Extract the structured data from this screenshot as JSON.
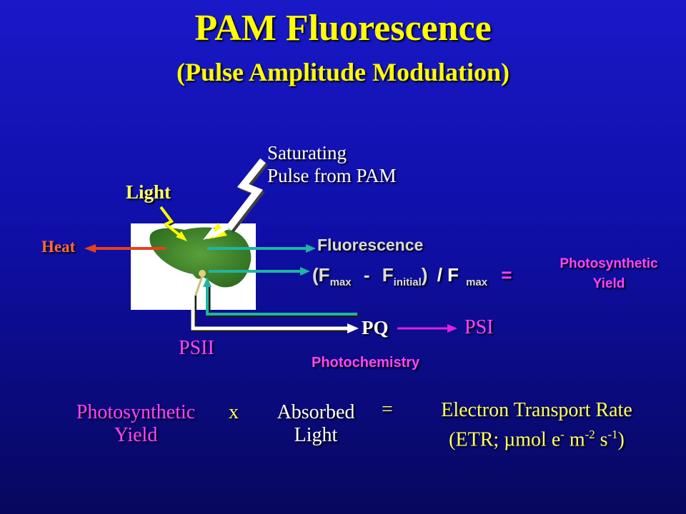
{
  "title": {
    "line1": "PAM Fluorescence",
    "line2": "(Pulse Amplitude Modulation)"
  },
  "saturating": {
    "line1": "Saturating",
    "line2": "Pulse from PAM"
  },
  "labels": {
    "light": "Light",
    "heat": "Heat",
    "fluorescence": "Fluorescence",
    "pq": "PQ",
    "psi": "PSI",
    "psii": "PSII",
    "photochemistry": "Photochemistry"
  },
  "formula": {
    "open_paren": "(",
    "f1": "F",
    "f1_sub": "max",
    "minus": "-",
    "f2": "F",
    "f2_sub": "initial",
    "close_paren": ")",
    "divide": "/",
    "f3": "F",
    "f3_sub": "max",
    "equals": "="
  },
  "yield_label": {
    "line1": "Photosynthetic",
    "line2": "Yield"
  },
  "etr_equation": {
    "term1_line1": "Photosynthetic",
    "term1_line2": "Yield",
    "times": "x",
    "term2_line1": "Absorbed",
    "term2_line2": "Light",
    "equals": "=",
    "result_line1": "Electron Transport Rate",
    "result_line2_a": "(ETR; µmol e",
    "result_sup1": "-",
    "result_line2_b": " m",
    "result_sup2": "-2",
    "result_line2_c": " s",
    "result_sup3": "-1",
    "result_line2_d": ")"
  },
  "colors": {
    "title": "#ffff00",
    "heat_arrow": "#e8401c",
    "fluorescence_arrow": "#1fb5a0",
    "psi_arrow": "#e020e0",
    "magenta_text": "#ff44ff",
    "leaf": "#3f8a2a"
  }
}
